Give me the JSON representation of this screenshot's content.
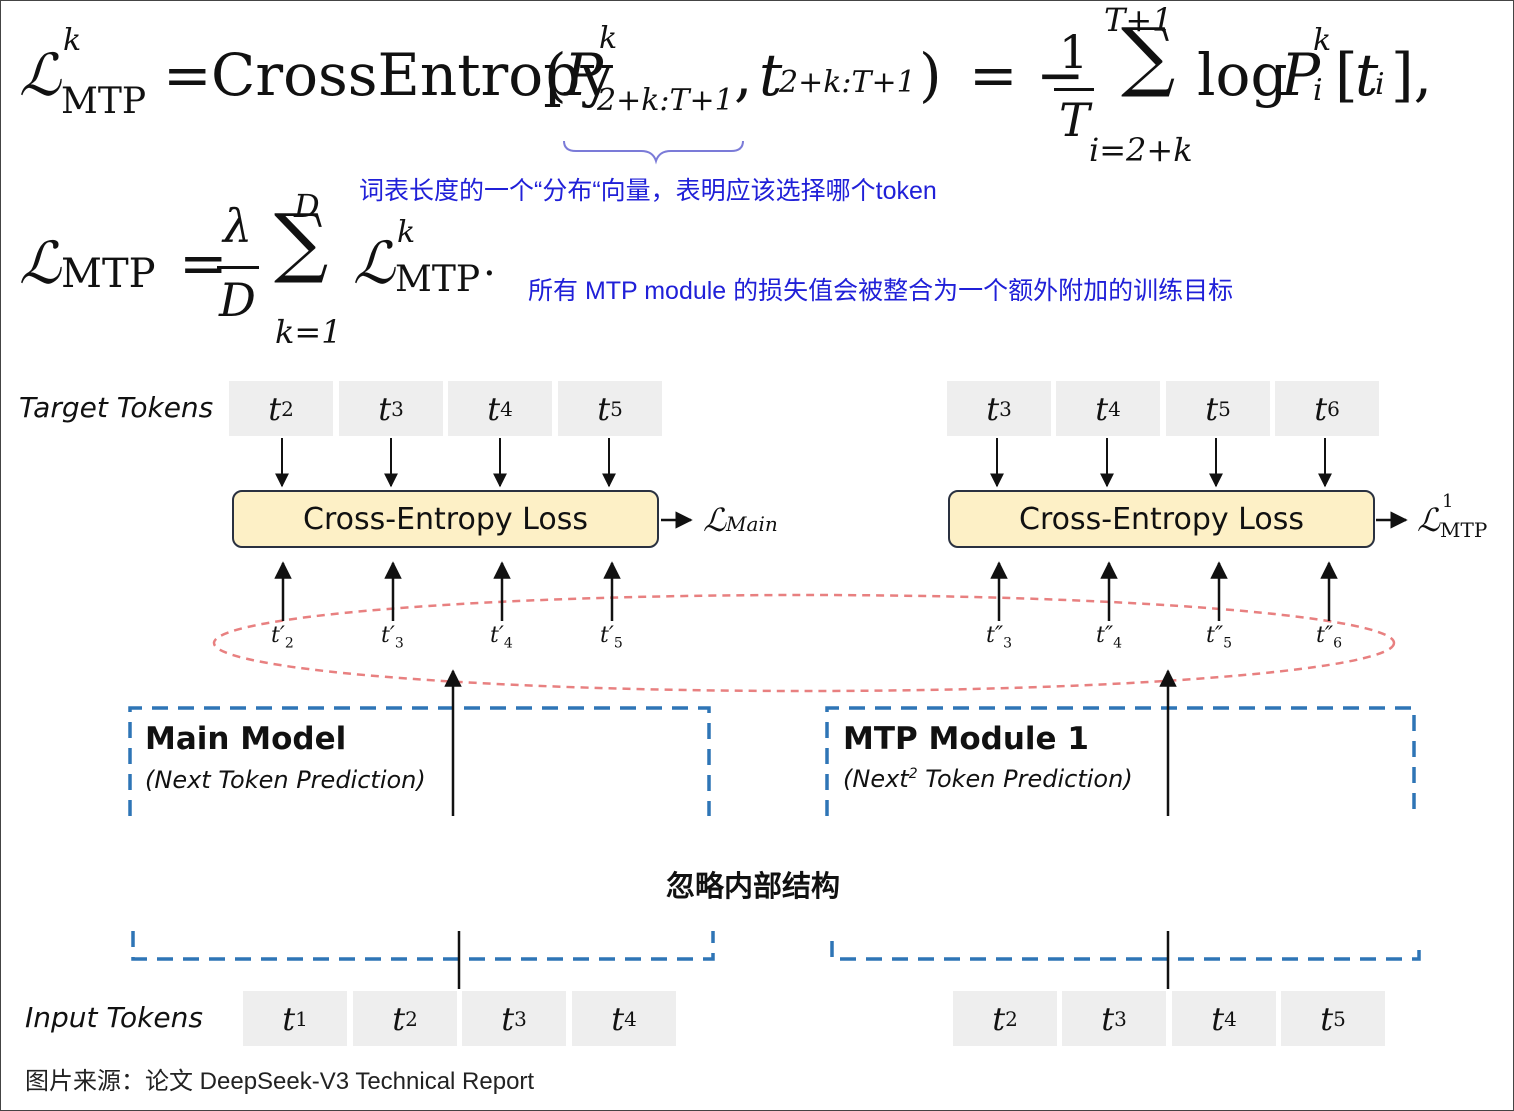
{
  "formulas": {
    "mtp_k": {
      "lhs_symbol": "ℒ",
      "lhs_sub": "MTP",
      "lhs_sup": "k",
      "eq": "=",
      "func": "CrossEntropy",
      "p_symbol": "P",
      "p_sup": "k",
      "p_sub": "2+k:T+1",
      "t_symbol": "t",
      "t_sub": "2+k:T+1",
      "rhs": "= −",
      "frac_num": "1",
      "frac_den": "T",
      "sum_top": "T+1",
      "sum_bottom": "i=2+k",
      "log": "log",
      "tail_p": "P",
      "tail_p_sup": "k",
      "tail_p_sub": "i",
      "tail_t": "t",
      "tail_t_sub": "i"
    },
    "mtp_total": {
      "lhs_symbol": "ℒ",
      "lhs_sub": "MTP",
      "eq": "=",
      "frac_num": "λ",
      "frac_den": "D",
      "sum_top": "D",
      "sum_bottom": "k=1",
      "term_symbol": "ℒ",
      "term_sub": "MTP",
      "term_sup": "k"
    }
  },
  "annotations": {
    "distribution_note": "词表长度的一个“分布“向量，表明应该选择哪个token",
    "loss_note": "所有 MTP module 的损失值会被整合为一个额外附加的训练目标",
    "ignore_structure": "忽略内部结构",
    "source": "图片来源：论文 DeepSeek-V3 Technical Report"
  },
  "labels": {
    "target_tokens": "Target Tokens",
    "input_tokens": "Input Tokens"
  },
  "main_model": {
    "title": "Main Model",
    "subtitle": "(Next Token Prediction)",
    "loss_label": "Cross-Entropy Loss",
    "loss_output_symbol": "ℒ",
    "loss_output_sub": "Main",
    "target_tokens": [
      {
        "sym": "t",
        "sub": "2"
      },
      {
        "sym": "t",
        "sub": "3"
      },
      {
        "sym": "t",
        "sub": "4"
      },
      {
        "sym": "t",
        "sub": "5"
      }
    ],
    "predictions": [
      {
        "sym": "t′",
        "sub": "2"
      },
      {
        "sym": "t′",
        "sub": "3"
      },
      {
        "sym": "t′",
        "sub": "4"
      },
      {
        "sym": "t′",
        "sub": "5"
      }
    ],
    "input_tokens": [
      {
        "sym": "t",
        "sub": "1"
      },
      {
        "sym": "t",
        "sub": "2"
      },
      {
        "sym": "t",
        "sub": "3"
      },
      {
        "sym": "t",
        "sub": "4"
      }
    ]
  },
  "mtp_module": {
    "title": "MTP Module 1",
    "subtitle_pre": "(Next",
    "subtitle_sup": "2",
    "subtitle_post": " Token Prediction)",
    "loss_label": "Cross-Entropy Loss",
    "loss_output_symbol": "ℒ",
    "loss_output_sub": "MTP",
    "loss_output_sup": "1",
    "target_tokens": [
      {
        "sym": "t",
        "sub": "3"
      },
      {
        "sym": "t",
        "sub": "4"
      },
      {
        "sym": "t",
        "sub": "5"
      },
      {
        "sym": "t",
        "sub": "6"
      }
    ],
    "predictions": [
      {
        "sym": "t″",
        "sub": "3"
      },
      {
        "sym": "t″",
        "sub": "4"
      },
      {
        "sym": "t″",
        "sub": "5"
      },
      {
        "sym": "t″",
        "sub": "6"
      }
    ],
    "input_tokens": [
      {
        "sym": "t",
        "sub": "2"
      },
      {
        "sym": "t",
        "sub": "3"
      },
      {
        "sym": "t",
        "sub": "4"
      },
      {
        "sym": "t",
        "sub": "5"
      }
    ]
  },
  "colors": {
    "annotation_blue": "#2020d8",
    "dashed_box_blue": "#2e75b6",
    "ellipse_red": "#e88080",
    "loss_fill": "#fdf0c6",
    "token_fill": "#eeeeee"
  }
}
